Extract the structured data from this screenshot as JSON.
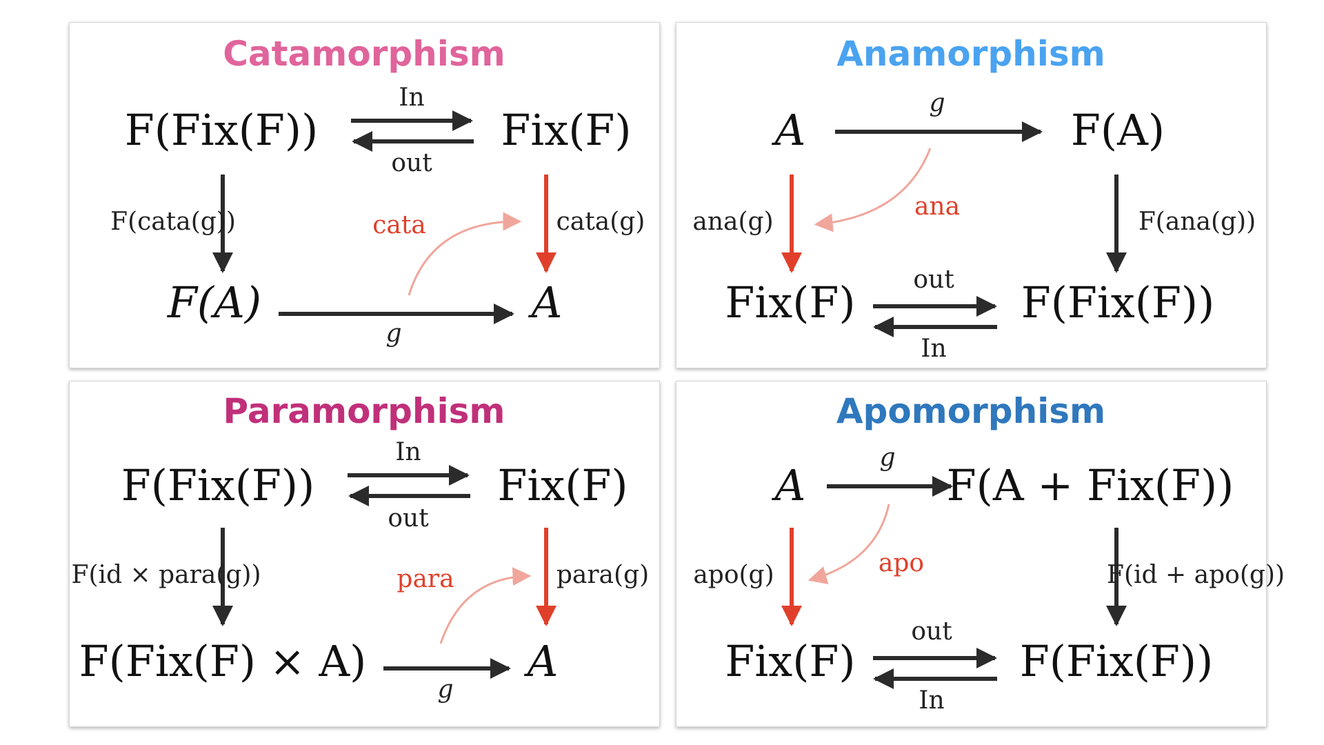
{
  "colors": {
    "arrow_dark": "#2b2b2b",
    "arrow_red": "#e0402b",
    "arrow_pink": "#f0a69b",
    "catamorphism_title": "#e0649b",
    "anamorphism_title": "#4aa3f0",
    "paramorphism_title": "#c0307a",
    "apomorphism_title": "#2f78bd"
  },
  "diagrams": {
    "catamorphism": {
      "title": "Catamorphism",
      "top_left": "F(Fix(F))",
      "top_right": "Fix(F)",
      "bottom_left": "F(A)",
      "bottom_right": "A",
      "top_arrow_upper": "In",
      "top_arrow_lower": "out",
      "left_arrow": "F(cata(g))",
      "right_arrow": "cata(g)",
      "bottom_arrow": "g",
      "curve": "cata"
    },
    "anamorphism": {
      "title": "Anamorphism",
      "top_left": "A",
      "top_right": "F(A)",
      "bottom_left": "Fix(F)",
      "bottom_right": "F(Fix(F))",
      "top_arrow": "g",
      "left_arrow": "ana(g)",
      "right_arrow": "F(ana(g))",
      "bottom_arrow_upper": "out",
      "bottom_arrow_lower": "In",
      "curve": "ana"
    },
    "paramorphism": {
      "title": "Paramorphism",
      "top_left": "F(Fix(F))",
      "top_right": "Fix(F)",
      "bottom_left": "F(Fix(F) × A)",
      "bottom_right": "A",
      "top_arrow_upper": "In",
      "top_arrow_lower": "out",
      "left_arrow": "F(id × para(g))",
      "right_arrow": "para(g)",
      "bottom_arrow": "g",
      "curve": "para"
    },
    "apomorphism": {
      "title": "Apomorphism",
      "top_left": "A",
      "top_right": "F(A + Fix(F))",
      "bottom_left": "Fix(F)",
      "bottom_right": "F(Fix(F))",
      "top_arrow": "g",
      "left_arrow": "apo(g)",
      "right_arrow": "F(id + apo(g))",
      "bottom_arrow_upper": "out",
      "bottom_arrow_lower": "In",
      "curve": "apo"
    }
  }
}
